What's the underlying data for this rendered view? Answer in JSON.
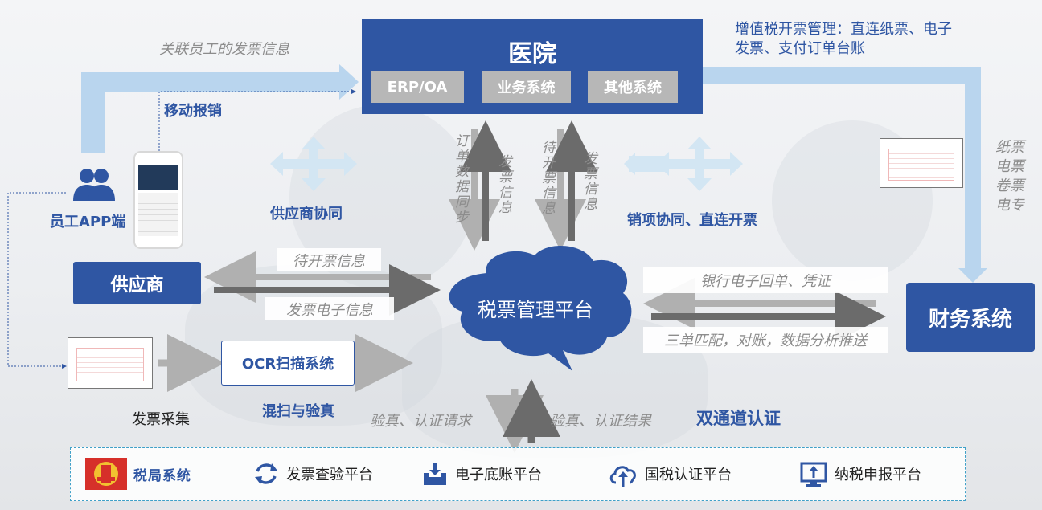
{
  "hospital": {
    "title": "医院",
    "subsystems": [
      "ERP/OA",
      "业务系统",
      "其他系统"
    ]
  },
  "top_labels": {
    "employee_invoice_info": "关联员工的发票信息",
    "mobile_reimburse": "移动报销",
    "vat_management_line1": "增值税开票管理：直连纸票、电子",
    "vat_management_line2": "发票、支付订单台账"
  },
  "employee": {
    "label": "员工APP端"
  },
  "supplier_collab": "供应商协同",
  "sales_collab": "销项协同、直连开票",
  "vertical_labels": [
    "订单数据同步",
    "发票信息",
    "待开票信息",
    "发票信息"
  ],
  "invoice_types": "纸票电票卷票电专",
  "supplier": {
    "label": "供应商"
  },
  "supplier_flow": {
    "to_supplier": "待开票信息",
    "from_supplier": "发票电子信息"
  },
  "platform": {
    "label": "税票管理平台"
  },
  "finance": {
    "label": "财务系统"
  },
  "finance_flow": {
    "top": "银行电子回单、凭证",
    "bottom": "三单匹配，对账，数据分析推送"
  },
  "ocr": {
    "label": "OCR扫描系统",
    "caption": "混扫与验真"
  },
  "invoice_collect": "发票采集",
  "verify": {
    "request": "验真、认证请求",
    "result": "验真、认证结果",
    "dual": "双通道认证"
  },
  "tax_bureau": {
    "name": "税局系统",
    "platforms": [
      {
        "icon": "refresh-icon",
        "label": "发票查验平台"
      },
      {
        "icon": "inbox-download-icon",
        "label": "电子底账平台"
      },
      {
        "icon": "cloud-upload-icon",
        "label": "国税认证平台"
      },
      {
        "icon": "monitor-upload-icon",
        "label": "纳税申报平台"
      }
    ]
  },
  "colors": {
    "navy": "#2f56a3",
    "light_blue": "#b9d5ee",
    "gray_box": "#b7b7b7",
    "dashed": "#3fa0c8"
  }
}
